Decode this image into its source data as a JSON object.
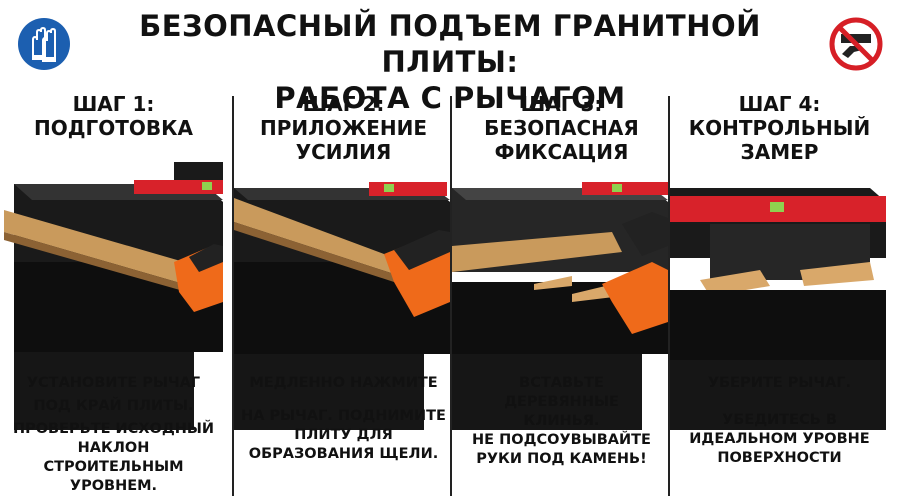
{
  "title": {
    "line1": "БЕЗОПАСНЫЙ ПОДЪЕМ ГРАНИТНОЙ ПЛИТЫ:",
    "line2": "РАБОТА С РЫЧАГОМ"
  },
  "icons": {
    "left": "protective-gloves-icon",
    "right": "no-hands-prohibition-icon"
  },
  "colors": {
    "granite": "#111111",
    "level_red": "#d8222a",
    "wood": "#c99a5c",
    "glove_orange": "#ef6a1a",
    "sign_blue": "#1c5fb0",
    "prohibit_red": "#d61f26"
  },
  "steps": [
    {
      "line1": "ШАГ 1:",
      "line2": "ПОДГОТОВКА",
      "line3": "",
      "caption": [
        "УСТАНОВИТЕ РЫЧАГ",
        "ПОД КРАЙ ПЛИТЫ.",
        "ПРОВЕРЬТЕ ИСХОДНЫЙ",
        "НАКЛОН",
        "СТРОИТЕЛЬНЫМ",
        "УРОВНЕМ."
      ]
    },
    {
      "line1": "ШАГ 2:",
      "line2": "ПРИЛОЖЕНИЕ",
      "line3": "УСИЛИЯ",
      "caption": [
        "МЕДЛЕННО НАЖМИТЕ",
        "НА РЫЧАГ. ПОДНИМИТЕ",
        "ПЛИТУ ДЛЯ",
        "ОБРАЗОВАНИЯ ЩЕЛИ."
      ]
    },
    {
      "line1": "ШАГ 3:",
      "line2": "БЕЗОПАСНАЯ",
      "line3": "ФИКСАЦИЯ",
      "caption": [
        "ВСТАВЬТЕ",
        "ДЕРЕВЯННЫЕ",
        "КЛИНЬЯ.",
        "НЕ ПОДСОУВЫВАЙТЕ",
        "РУКИ ПОД КАМЕНЬ!"
      ]
    },
    {
      "line1": "ШАГ 4:",
      "line2": "КОНТРОЛЬНЫЙ",
      "line3": "ЗАМЕР",
      "caption": [
        "УБЕРИТЕ РЫЧАГ.",
        "УБЕДИТЕСЬ В",
        "ИДЕАЛЬНОМ УРОВНЕ",
        "ПОВЕРХНОСТИ"
      ]
    }
  ]
}
